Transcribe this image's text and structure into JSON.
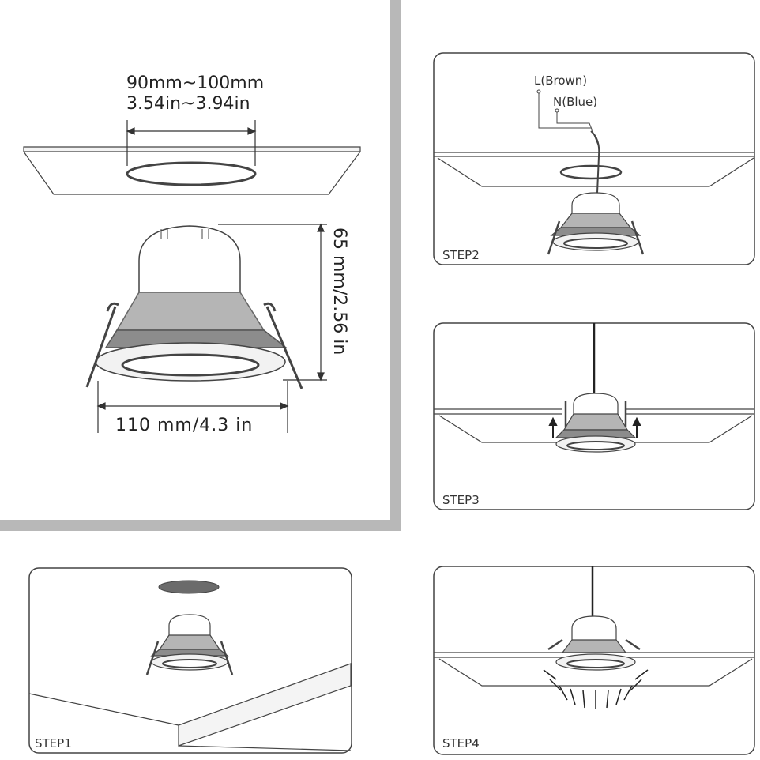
{
  "dimensions": {
    "hole_mm": "90mm~100mm",
    "hole_in": "3.54in~3.94in",
    "height": "65 mm/2.56 in",
    "width": "110 mm/4.3 in"
  },
  "wiring": {
    "live": "L(Brown)",
    "neutral": "N(Blue)"
  },
  "steps": {
    "step1": "STEP1",
    "step2": "STEP2",
    "step3": "STEP3",
    "step4": "STEP4"
  },
  "colors": {
    "frame_gray": "#b8b8b8",
    "line": "#333333",
    "fixture_dark": "#9a9a9a",
    "fixture_light": "#eeeeee"
  }
}
